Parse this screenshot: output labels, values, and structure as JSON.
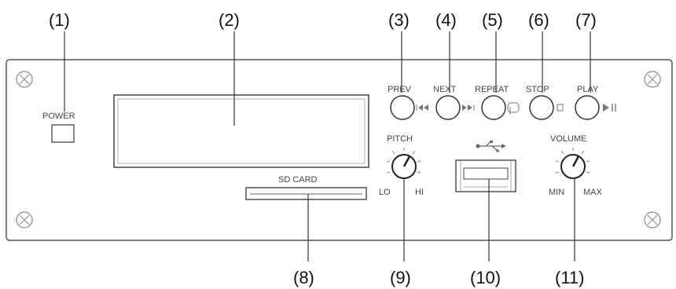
{
  "callouts": {
    "c1": "(1)",
    "c2": "(2)",
    "c3": "(3)",
    "c4": "(4)",
    "c5": "(5)",
    "c6": "(6)",
    "c7": "(7)",
    "c8": "(8)",
    "c9": "(9)",
    "c10": "(10)",
    "c11": "(11)"
  },
  "panel_labels": {
    "power": "POWER",
    "prev": "PREV",
    "next": "NEXT",
    "repeat": "REPEAT",
    "stop": "STOP",
    "play": "PLAY",
    "pitch": "PITCH",
    "pitch_lo": "LO",
    "pitch_hi": "HI",
    "volume": "VOLUME",
    "volume_min": "MIN",
    "volume_max": "MAX",
    "sd_card": "SD CARD"
  }
}
